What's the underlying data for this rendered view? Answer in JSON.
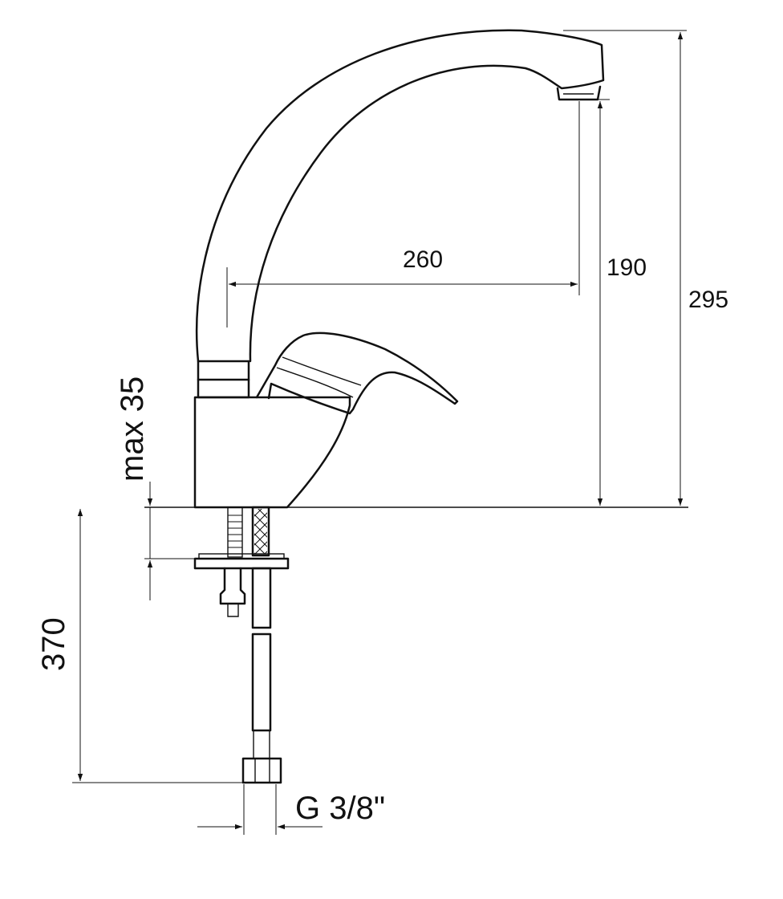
{
  "dimensions": {
    "spout_reach": "260",
    "spout_outlet_height": "190",
    "overall_height": "295",
    "max_counter_thickness": "max 35",
    "hose_length": "370",
    "connection_thread": "G 3/8\""
  },
  "colors": {
    "line": "#111111",
    "background": "#ffffff"
  }
}
